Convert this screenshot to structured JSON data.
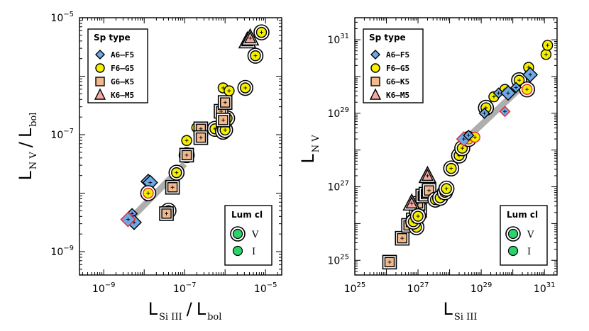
{
  "colors": {
    "A6-F5": "#6fa8e6",
    "F6-G5": "#f5ef00",
    "G6-K5": "#f2b98c",
    "K6-M5": "#f5a9a0",
    "lum": "#2bd46b",
    "fit": "#a6a6a6",
    "highlight": "#e8262e"
  },
  "legend_sp": {
    "title": "Sp type",
    "items": [
      {
        "label": "A6–F5",
        "shape": "diamond",
        "key": "A6-F5"
      },
      {
        "label": "F6–G5",
        "shape": "circle",
        "key": "F6-G5"
      },
      {
        "label": "G6–K5",
        "shape": "square",
        "key": "G6-K5"
      },
      {
        "label": "K6–M5",
        "shape": "triangle",
        "key": "K6-M5"
      }
    ]
  },
  "legend_lum": {
    "title": "Lum cl",
    "items": [
      {
        "label": "V",
        "ring": true
      },
      {
        "label": "I",
        "ring": false
      }
    ]
  },
  "chart_data": [
    {
      "type": "scatter",
      "xlabel": {
        "main": "L",
        "sub": "Si III",
        "denom_main": "L",
        "denom_sub": "bol"
      },
      "ylabel": {
        "main": "L",
        "sub": "N V",
        "denom_main": "L",
        "denom_sub": "bol"
      },
      "xlim": [
        -9.6,
        -4.6
      ],
      "ylim": [
        -9.4,
        -5
      ],
      "log": true,
      "xticks": [
        {
          "v": -9,
          "base": "10",
          "exp": "−9"
        },
        {
          "v": -7,
          "base": "10",
          "exp": "−7"
        },
        {
          "v": -5,
          "base": "10",
          "exp": "−5"
        }
      ],
      "yticks": [
        {
          "v": -9,
          "base": "10",
          "exp": "−9"
        },
        {
          "v": -7,
          "base": "10",
          "exp": "−7"
        },
        {
          "v": -5,
          "base": "10",
          "exp": "−5"
        }
      ],
      "fit": [
        [
          -8.35,
          -8.45
        ],
        [
          -7.0,
          -7.5
        ]
      ],
      "points": [
        {
          "sp": "A6-F5",
          "lum": "V",
          "x": -8.3,
          "y": -8.35,
          "big": false
        },
        {
          "sp": "A6-F5",
          "lum": "V",
          "x": -8.25,
          "y": -8.5,
          "big": true
        },
        {
          "sp": "A6-F5",
          "lum": "V",
          "x": -8.4,
          "y": -8.45,
          "big": true,
          "hl": true
        },
        {
          "sp": "A6-F5",
          "lum": "V",
          "x": -7.95,
          "y": -8.05,
          "big": false
        },
        {
          "sp": "A6-F5",
          "lum": "V",
          "x": -7.9,
          "y": -7.8,
          "big": true
        },
        {
          "sp": "A6-F5",
          "lum": "V",
          "x": -7.85,
          "y": -7.82,
          "big": true
        },
        {
          "sp": "A6-F5",
          "lum": "V",
          "x": -7.3,
          "y": -7.9,
          "big": false,
          "hl": true
        },
        {
          "sp": "F6-G5",
          "lum": "V",
          "x": -7.9,
          "y": -8.0,
          "hl": true
        },
        {
          "sp": "F6-G5",
          "lum": "V",
          "x": -7.4,
          "y": -8.3
        },
        {
          "sp": "F6-G5",
          "lum": "V",
          "x": -7.2,
          "y": -7.65
        },
        {
          "sp": "F6-G5",
          "lum": "V",
          "x": -6.95,
          "y": -7.35,
          "hl": true
        },
        {
          "sp": "F6-G5",
          "lum": "I",
          "x": -6.95,
          "y": -7.1
        },
        {
          "sp": "F6-G5",
          "lum": "I",
          "x": -6.7,
          "y": -6.88
        },
        {
          "sp": "F6-G5",
          "lum": "V",
          "x": -6.25,
          "y": -6.9
        },
        {
          "sp": "F6-G5",
          "lum": "V",
          "x": -6.05,
          "y": -6.95
        },
        {
          "sp": "F6-G5",
          "lum": "V",
          "x": -6.0,
          "y": -6.92
        },
        {
          "sp": "F6-G5",
          "lum": "V",
          "x": -5.95,
          "y": -6.72
        },
        {
          "sp": "F6-G5",
          "lum": "I",
          "x": -6.05,
          "y": -6.2
        },
        {
          "sp": "F6-G5",
          "lum": "I",
          "x": -5.9,
          "y": -6.25
        },
        {
          "sp": "F6-G5",
          "lum": "V",
          "x": -5.5,
          "y": -6.2
        },
        {
          "sp": "F6-G5",
          "lum": "V",
          "x": -5.25,
          "y": -5.65
        },
        {
          "sp": "F6-G5",
          "lum": "V",
          "x": -5.1,
          "y": -5.25
        },
        {
          "sp": "G6-K5",
          "lum": "V",
          "x": -7.45,
          "y": -8.35
        },
        {
          "sp": "G6-K5",
          "lum": "V",
          "x": -7.3,
          "y": -7.9
        },
        {
          "sp": "G6-K5",
          "lum": "V",
          "x": -6.95,
          "y": -7.35
        },
        {
          "sp": "G6-K5",
          "lum": "V",
          "x": -6.6,
          "y": -6.9
        },
        {
          "sp": "G6-K5",
          "lum": "V",
          "x": -6.6,
          "y": -7.05
        },
        {
          "sp": "G6-K5",
          "lum": "V",
          "x": -6.1,
          "y": -6.6
        },
        {
          "sp": "G6-K5",
          "lum": "V",
          "x": -6.05,
          "y": -6.75
        },
        {
          "sp": "G6-K5",
          "lum": "V",
          "x": -6.0,
          "y": -6.45
        },
        {
          "sp": "K6-M5",
          "lum": "V",
          "x": -5.45,
          "y": -5.4
        },
        {
          "sp": "K6-M5",
          "lum": "V",
          "x": -5.38,
          "y": -5.35
        }
      ]
    },
    {
      "type": "scatter",
      "xlabel": {
        "main": "L",
        "sub": "Si III"
      },
      "ylabel": {
        "main": "L",
        "sub": "N V"
      },
      "xlim": [
        25,
        31.4
      ],
      "ylim": [
        24.6,
        31.6
      ],
      "log": true,
      "xticks": [
        {
          "v": 25,
          "base": "10",
          "exp": "25"
        },
        {
          "v": 27,
          "base": "10",
          "exp": "27"
        },
        {
          "v": 29,
          "base": "10",
          "exp": "29"
        },
        {
          "v": 31,
          "base": "10",
          "exp": "31"
        }
      ],
      "yticks": [
        {
          "v": 25,
          "base": "10",
          "exp": "25"
        },
        {
          "v": 27,
          "base": "10",
          "exp": "27"
        },
        {
          "v": 29,
          "base": "10",
          "exp": "29"
        },
        {
          "v": 31,
          "base": "10",
          "exp": "31"
        }
      ],
      "fit": [
        [
          28.4,
          28.2
        ],
        [
          30.5,
          29.9
        ]
      ],
      "points": [
        {
          "sp": "G6-K5",
          "lum": "V",
          "x": 26.1,
          "y": 24.95
        },
        {
          "sp": "G6-K5",
          "lum": "V",
          "x": 26.5,
          "y": 25.6
        },
        {
          "sp": "G6-K5",
          "lum": "V",
          "x": 26.7,
          "y": 25.95
        },
        {
          "sp": "G6-K5",
          "lum": "V",
          "x": 26.85,
          "y": 26.1
        },
        {
          "sp": "G6-K5",
          "lum": "V",
          "x": 26.95,
          "y": 26.3
        },
        {
          "sp": "G6-K5",
          "lum": "V",
          "x": 27.05,
          "y": 26.35
        },
        {
          "sp": "G6-K5",
          "lum": "V",
          "x": 27.0,
          "y": 26.55
        },
        {
          "sp": "G6-K5",
          "lum": "V",
          "x": 27.15,
          "y": 26.75
        },
        {
          "sp": "G6-K5",
          "lum": "V",
          "x": 27.25,
          "y": 26.8
        },
        {
          "sp": "G6-K5",
          "lum": "V",
          "x": 27.35,
          "y": 26.9
        },
        {
          "sp": "K6-M5",
          "lum": "V",
          "x": 26.8,
          "y": 26.55
        },
        {
          "sp": "K6-M5",
          "lum": "V",
          "x": 27.3,
          "y": 27.3
        },
        {
          "sp": "F6-G5",
          "lum": "V",
          "x": 26.95,
          "y": 25.9
        },
        {
          "sp": "F6-G5",
          "lum": "V",
          "x": 26.85,
          "y": 26.05
        },
        {
          "sp": "F6-G5",
          "lum": "V",
          "x": 27.0,
          "y": 26.2
        },
        {
          "sp": "F6-G5",
          "lum": "V",
          "x": 27.55,
          "y": 26.65
        },
        {
          "sp": "F6-G5",
          "lum": "V",
          "x": 27.7,
          "y": 26.7
        },
        {
          "sp": "F6-G5",
          "lum": "V",
          "x": 27.85,
          "y": 26.85
        },
        {
          "sp": "F6-G5",
          "lum": "V",
          "x": 27.9,
          "y": 26.95
        },
        {
          "sp": "F6-G5",
          "lum": "V",
          "x": 28.05,
          "y": 27.5
        },
        {
          "sp": "F6-G5",
          "lum": "V",
          "x": 28.3,
          "y": 27.85
        },
        {
          "sp": "F6-G5",
          "lum": "V",
          "x": 28.4,
          "y": 28.05
        },
        {
          "sp": "F6-G5",
          "lum": "V",
          "x": 28.6,
          "y": 28.3,
          "hl": true
        },
        {
          "sp": "F6-G5",
          "lum": "I",
          "x": 28.8,
          "y": 28.35,
          "hl": true
        },
        {
          "sp": "F6-G5",
          "lum": "V",
          "x": 29.15,
          "y": 29.15
        },
        {
          "sp": "F6-G5",
          "lum": "I",
          "x": 29.4,
          "y": 29.45
        },
        {
          "sp": "F6-G5",
          "lum": "I",
          "x": 29.75,
          "y": 29.65
        },
        {
          "sp": "F6-G5",
          "lum": "V",
          "x": 30.2,
          "y": 29.9
        },
        {
          "sp": "F6-G5",
          "lum": "V",
          "x": 30.45,
          "y": 29.65,
          "hl": true
        },
        {
          "sp": "F6-G5",
          "lum": "I",
          "x": 30.5,
          "y": 30.25
        },
        {
          "sp": "F6-G5",
          "lum": "I",
          "x": 31.05,
          "y": 30.6
        },
        {
          "sp": "F6-G5",
          "lum": "I",
          "x": 31.1,
          "y": 30.85
        },
        {
          "sp": "A6-F5",
          "lum": "V",
          "x": 28.45,
          "y": 28.3,
          "hl": true,
          "big": true
        },
        {
          "sp": "A6-F5",
          "lum": "V",
          "x": 28.6,
          "y": 28.4,
          "big": false
        },
        {
          "sp": "A6-F5",
          "lum": "V",
          "x": 29.1,
          "y": 29.0,
          "big": false
        },
        {
          "sp": "A6-F5",
          "lum": "V",
          "x": 29.55,
          "y": 29.55,
          "big": false
        },
        {
          "sp": "A6-F5",
          "lum": "V",
          "x": 29.85,
          "y": 29.55,
          "big": true
        },
        {
          "sp": "A6-F5",
          "lum": "V",
          "x": 29.75,
          "y": 29.05,
          "big": false,
          "hl": true
        },
        {
          "sp": "A6-F5",
          "lum": "V",
          "x": 30.1,
          "y": 29.7,
          "big": false
        },
        {
          "sp": "A6-F5",
          "lum": "V",
          "x": 30.55,
          "y": 30.05,
          "big": true
        }
      ]
    }
  ]
}
